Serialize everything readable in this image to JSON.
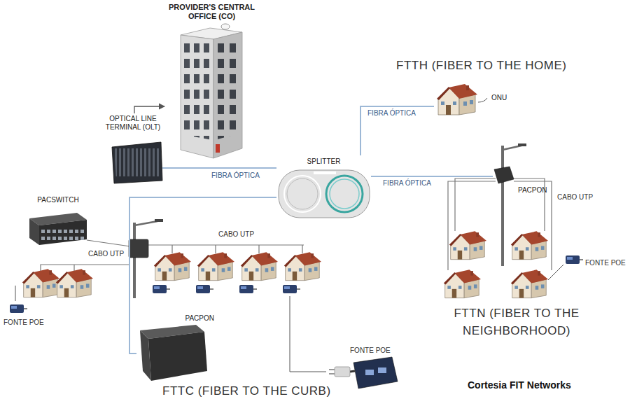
{
  "diagram": {
    "nodes": [
      {
        "text": [
          "PROVIDER'S CENTRAL OFFICE (CO)"
        ]
      },
      {
        "text": [
          "OPTICAL LINE TERMINAL (OLT)"
        ]
      },
      {
        "text": [
          "SPLITTER"
        ]
      },
      {
        "text": [
          "ONU"
        ]
      },
      {
        "text": [
          "PACPON"
        ]
      },
      {
        "text": [
          "PACPON"
        ]
      },
      {
        "text": [
          "PACSWITCH"
        ]
      }
    ],
    "edges": [
      {
        "from": 1,
        "to": 0,
        "arrow": "to"
      },
      {
        "from": 1,
        "to": 2,
        "label": "FIBRA ÓPTICA",
        "arrow": "none"
      },
      {
        "from": 2,
        "to": 3,
        "label": "FIBRA ÓPTICA",
        "arrow": "none"
      },
      {
        "from": 2,
        "to": 4,
        "label": "FIBRA ÓPTICA",
        "arrow": "none"
      },
      {
        "from": 2,
        "to": 5,
        "arrow": "none"
      }
    ],
    "labels": [
      "FTTH (FIBER TO THE HOME)",
      "CABO UTP",
      "FONTE POE",
      "FTTN (FIBER TO THE NEIGHBORHOOD)",
      "CABO UTP",
      "CABO UTP",
      "FONTE POE",
      "FONTE POE",
      "FTTC (FIBER TO THE CURB)",
      "Cortesia FIT Networks"
    ]
  }
}
